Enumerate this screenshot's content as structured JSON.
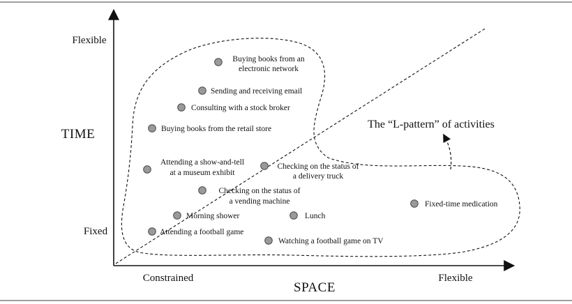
{
  "diagram": {
    "y_axis": {
      "title": "TIME",
      "top_label": "Flexible",
      "bottom_label": "Fixed"
    },
    "x_axis": {
      "title": "SPACE",
      "left_label": "Constrained",
      "right_label": "Flexible"
    },
    "annotation": "The “L-pattern” of activities",
    "activities": [
      {
        "id": "buying-books-network",
        "lines": [
          "Buying books from an",
          "electronic network"
        ]
      },
      {
        "id": "email",
        "lines": [
          "Sending and receiving email"
        ]
      },
      {
        "id": "stock-broker",
        "lines": [
          "Consulting with a stock broker"
        ]
      },
      {
        "id": "retail-store",
        "lines": [
          "Buying books from the retail store"
        ]
      },
      {
        "id": "show-and-tell",
        "lines": [
          "Attending a show-and-tell",
          "at a museum exhibit"
        ]
      },
      {
        "id": "delivery-truck",
        "lines": [
          "Checking on the status of",
          "a delivery truck"
        ]
      },
      {
        "id": "vending-machine",
        "lines": [
          "Checking on the status of",
          "a vending machine"
        ]
      },
      {
        "id": "morning-shower",
        "lines": [
          "Morning shower"
        ]
      },
      {
        "id": "lunch",
        "lines": [
          "Lunch"
        ]
      },
      {
        "id": "medication",
        "lines": [
          "Fixed-time medication"
        ]
      },
      {
        "id": "football-game",
        "lines": [
          "Attending a football game"
        ]
      },
      {
        "id": "football-tv",
        "lines": [
          "Watching a football game on TV"
        ]
      }
    ],
    "colors": {
      "dot_fill": "#9a9a9a",
      "dot_stroke": "#4a4a4a",
      "line": "#111111",
      "frame": "#555555"
    }
  }
}
